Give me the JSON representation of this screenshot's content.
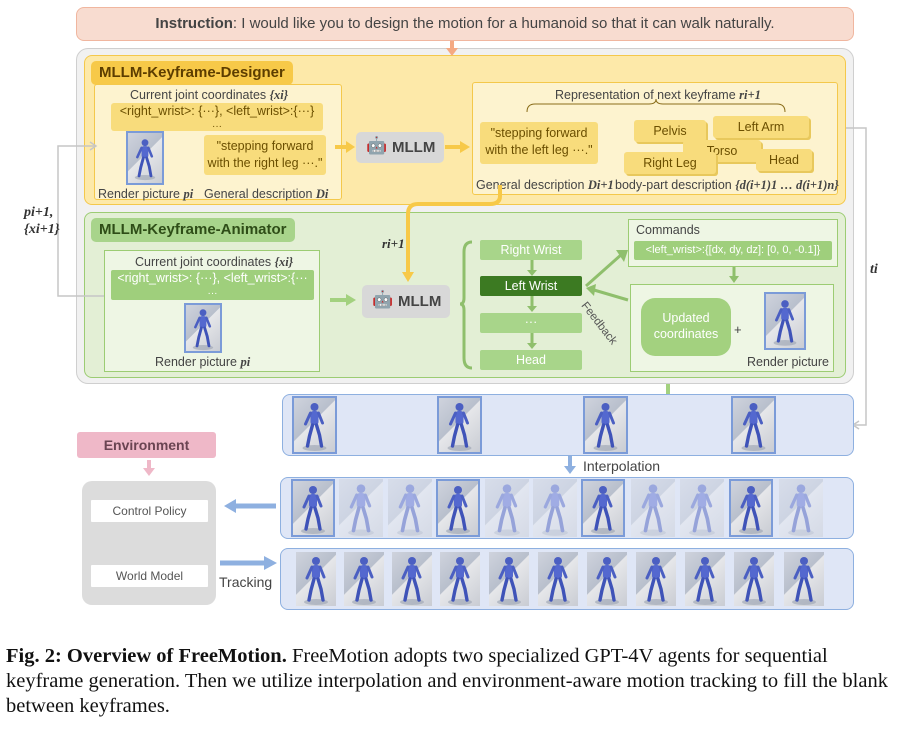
{
  "instruction": {
    "label": "Instruction",
    "text": ": I would like you to design the motion for a humanoid so that it can walk naturally."
  },
  "designer": {
    "title": "MLLM-Keyframe-Designer",
    "current_joint_label": "Current joint coordinates",
    "current_joint_var": "{xi}",
    "coords_line1": "<right_wrist>: {···}, <left_wrist>:{···}",
    "coords_line2": "···",
    "render_label": "Render picture",
    "render_var": "pi",
    "general_desc_label": "General description",
    "general_desc_var": "Di",
    "desc_text": "\"stepping forward with the right leg ···.\"",
    "mllm_label": "MLLM",
    "next_title": "Representation of next keyframe",
    "next_var": "ri+1",
    "next_desc_text": "\"stepping forward with the left leg ···.\"",
    "next_general_label": "General description",
    "next_general_var": "Di+1",
    "body_part_label": "body-part description",
    "body_part_var": "{d(i+1)1 … d(i+1)n}",
    "parts": [
      "Pelvis",
      "Left Arm",
      "Torso",
      "Right Leg",
      "Head"
    ]
  },
  "side_labels": {
    "left_p": "pi+1,",
    "left_x": "{xi+1}",
    "right_t": "ti",
    "r_label": "ri+1"
  },
  "animator": {
    "title": "MLLM-Keyframe-Animator",
    "current_joint_label": "Current joint coordinates",
    "current_joint_var": "{xi}",
    "coords_line1": "<right_wrist>: {···}, <left_wrist>:{···",
    "coords_line2": "···",
    "render_label": "Render picture",
    "render_var": "pi",
    "mllm_label": "MLLM",
    "joints": [
      "Right Wrist",
      "Left Wrist",
      "···",
      "Head"
    ],
    "feedback_label": "Feedback",
    "commands_label": "Commands",
    "command_text": "<left_wrist>:{[dx, dy, dz]: [0, 0, -0.1]}",
    "updated_label": "Updated coordinates",
    "plus": "+",
    "result_render_label": "Render picture"
  },
  "pipeline": {
    "interpolation_label": "Interpolation",
    "tracking_label": "Tracking",
    "environment_label": "Environment",
    "control_policy_label": "Control Policy",
    "world_model_label": "World Model"
  },
  "caption": {
    "bold": "Fig. 2: Overview of FreeMotion.",
    "text": " FreeMotion adopts two specialized GPT-4V agents for sequential keyframe generation. Then we utilize interpolation and environment-aware motion tracking to fill the blank between keyframes."
  },
  "colors": {
    "designer_fill": "#fde9a9",
    "animator_fill": "#e3efd5",
    "band_fill": "#dfe6f6",
    "instruction_fill": "#f8dcd0",
    "environment_fill": "#efb8c8"
  }
}
